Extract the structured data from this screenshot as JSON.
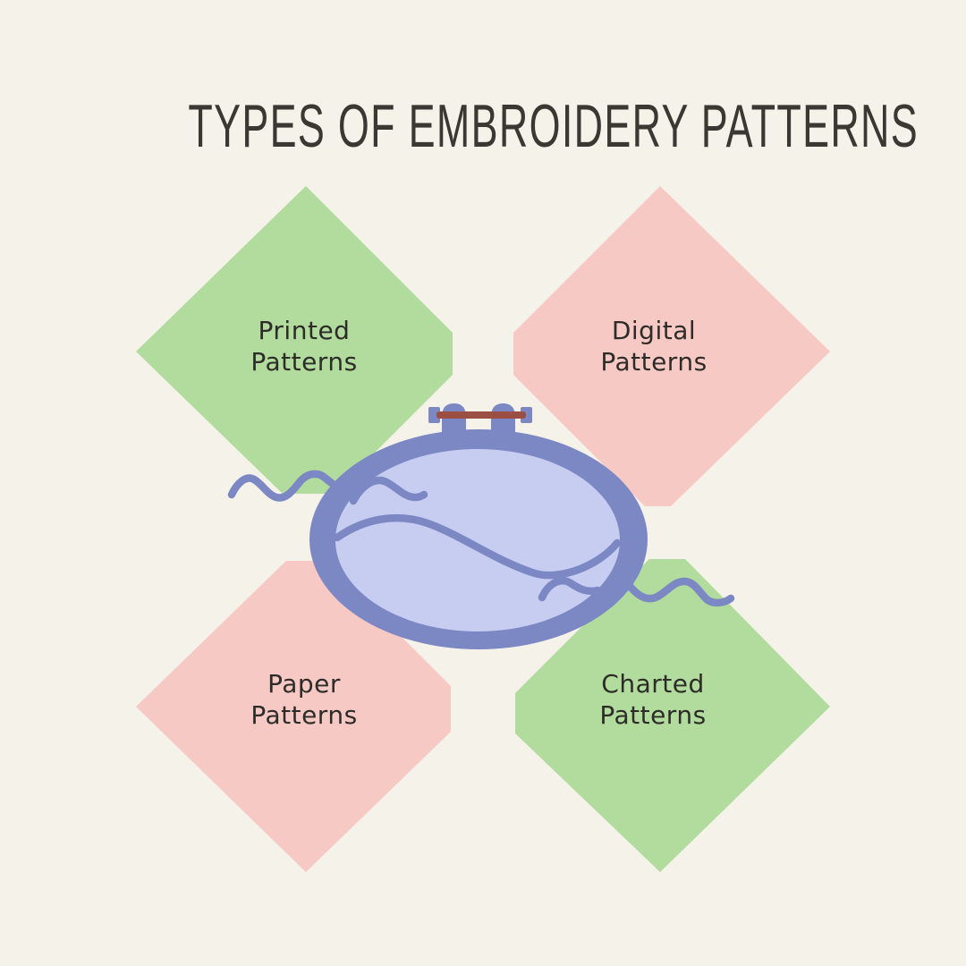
{
  "title": "TYPES OF EMBROIDERY PATTERNS",
  "colors": {
    "background": "#F5F2EA",
    "green": "#B1DC9D",
    "pink": "#F7C9C5",
    "hoop": "#7C88C4",
    "fabric": "#C6CDF1",
    "screw": "#9C4F43",
    "title_text": "#3B3834",
    "label_text": "#2E2C29"
  },
  "diamonds": [
    {
      "name": "printed",
      "line1": "Printed",
      "line2": "Patterns",
      "fill": "#B1DC9D",
      "position": "top-left"
    },
    {
      "name": "digital",
      "line1": "Digital",
      "line2": "Patterns",
      "fill": "#F7C9C5",
      "position": "top-right"
    },
    {
      "name": "paper",
      "line1": "Paper",
      "line2": "Patterns",
      "fill": "#F7C9C5",
      "position": "bottom-left"
    },
    {
      "name": "charted",
      "line1": "Charted",
      "line2": "Patterns",
      "fill": "#B1DC9D",
      "position": "bottom-right"
    }
  ],
  "illustration": {
    "name": "embroidery-hoop"
  }
}
